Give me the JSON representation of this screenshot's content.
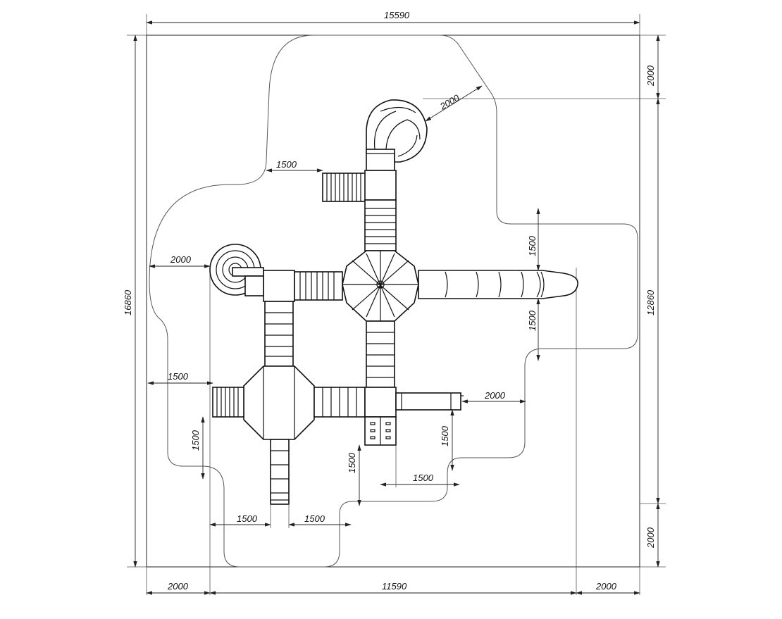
{
  "dimensions": {
    "top_total": "15590",
    "left_total": "16860",
    "right_upper": "2000",
    "right_middle": "12860",
    "right_lower": "2000",
    "bottom_left": "2000",
    "bottom_middle": "11590",
    "bottom_right": "2000",
    "slide_clearance": "2000",
    "stair_clearance_top": "1500",
    "left_clearance": "2000",
    "left_stair_clearance": "1500",
    "left_stair_vertical": "1500",
    "tube_clearance_top": "1500",
    "tube_clearance_bottom": "1500",
    "right_slide_clearance": "2000",
    "panel_clearance_vertical": "1500",
    "panel_clearance_right": "1500",
    "panel_clearance_horizontal": "1500",
    "bottom_slide_left": "1500",
    "bottom_slide_right": "1500"
  }
}
